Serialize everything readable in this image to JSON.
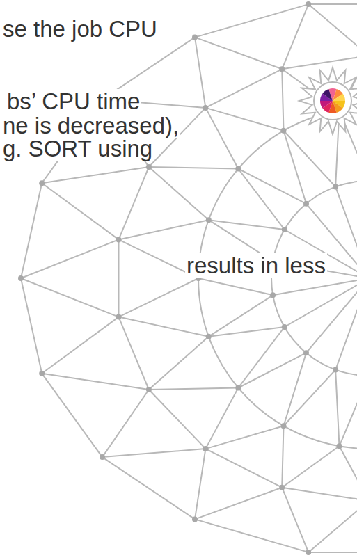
{
  "diagram": {
    "labels": [
      "se the job CPU",
      "bs’ CPU time",
      "ne is decreased),",
      "g. SORT using",
      "results in less"
    ]
  }
}
